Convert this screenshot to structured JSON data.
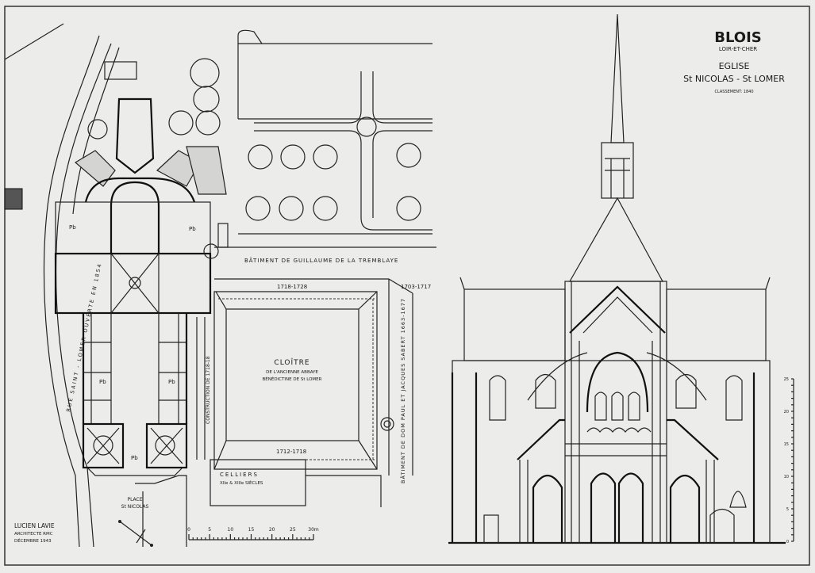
{
  "title": {
    "city": "BLOIS",
    "department": "LOIR-ET-CHER",
    "building": "EGLISE",
    "name": "St NICOLAS - St LOMER",
    "classification": "CLASSEMENT: 1840"
  },
  "plan": {
    "street": "RUE SAINT - LOMER  OUVERTE EN 1854",
    "building_north": "BÂTIMENT DE GUILLAUME DE LA TREMBLAYE",
    "date_north": "1718-1728",
    "date_northeast": "1703-1717",
    "cloister_title": "CLOÎTRE",
    "cloister_sub1": "DE L'ANCIENNE ABBAYE",
    "cloister_sub2": "BÉNÉDICTINE DE St LOMER",
    "date_south": "1712-1718",
    "building_east": "BÂTIMENT DE DOM PAUL ET JACQUES SABERT 1663-1677",
    "building_west": "CONSTRUCTION DE 1718-18",
    "cellars_title": "CELLIERS",
    "cellars_sub": "XIIe & XIIIe SIÈCLES",
    "square": "PLACE",
    "square2": "St NICOLAS",
    "pb_label": "Pb",
    "scale_ticks": [
      "0",
      "5",
      "10",
      "15",
      "20",
      "25",
      "30m"
    ]
  },
  "author": {
    "name": "LUCIEN LAVIE",
    "role": "ARCHITECTE RMC",
    "date": "DÉCEMBRE 1943"
  },
  "elevation": {
    "scale_ticks": [
      "25",
      "20",
      "15",
      "10",
      "5",
      "0"
    ]
  }
}
